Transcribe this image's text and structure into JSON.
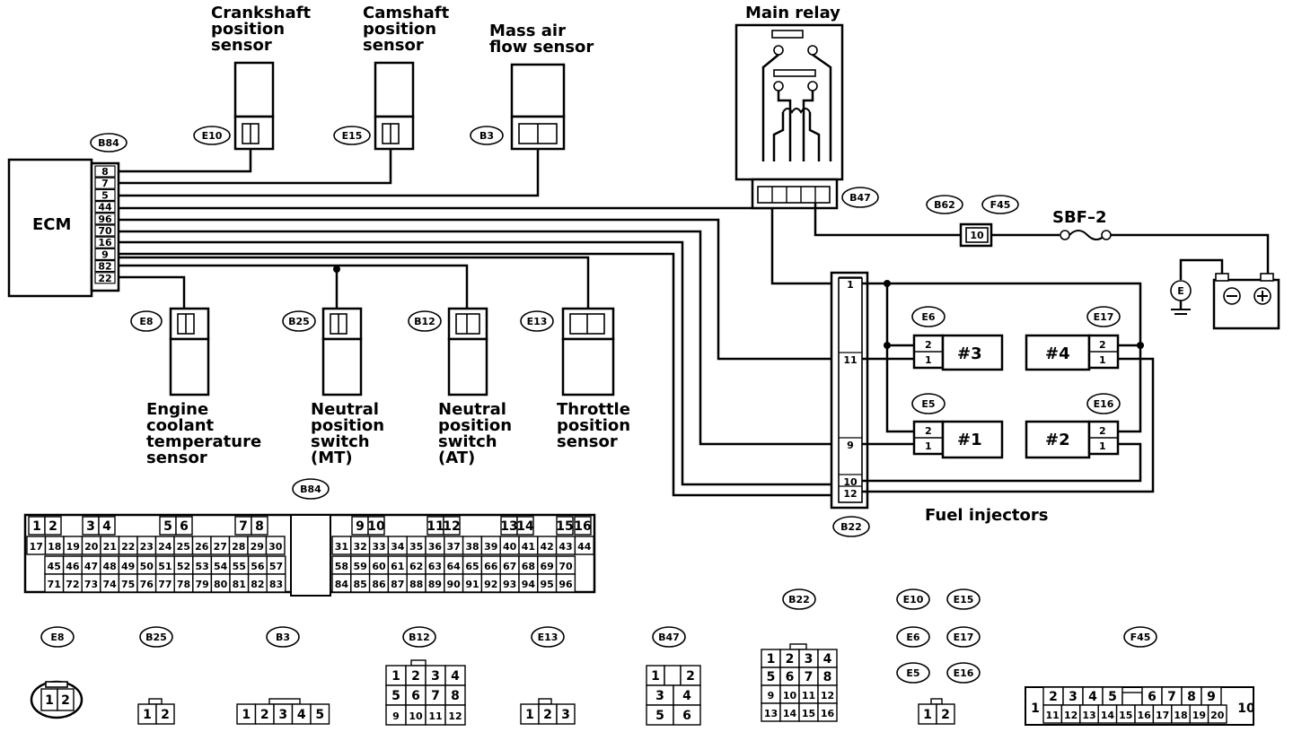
{
  "labels": {
    "crankshaft_1": "Crankshaft",
    "crankshaft_2": "position",
    "crankshaft_3": "sensor",
    "camshaft_1": "Camshaft",
    "camshaft_2": "position",
    "camshaft_3": "sensor",
    "maf_1": "Mass air",
    "maf_2": "flow sensor",
    "main_relay": "Main relay",
    "ecm": "ECM",
    "sbf": "SBF–2",
    "ect_1": "Engine",
    "ect_2": "coolant",
    "ect_3": "temperature",
    "ect_4": "sensor",
    "nps_mt_1": "Neutral",
    "nps_mt_2": "position",
    "nps_mt_3": "switch",
    "nps_mt_4": "(MT)",
    "nps_at_1": "Neutral",
    "nps_at_2": "position",
    "nps_at_3": "switch",
    "nps_at_4": "(AT)",
    "tps_1": "Throttle",
    "tps_2": "position",
    "tps_3": "sensor",
    "fuel_injectors": "Fuel injectors",
    "ground": "E"
  },
  "connectors": {
    "E10": "E10",
    "E15": "E15",
    "B3": "B3",
    "B84": "B84",
    "B47": "B47",
    "B62": "B62",
    "F45": "F45",
    "E8": "E8",
    "B25": "B25",
    "B12": "B12",
    "E13": "E13",
    "E6": "E6",
    "E17": "E17",
    "E5": "E5",
    "E16": "E16",
    "B22": "B22"
  },
  "ecm_pins": [
    "8",
    "7",
    "5",
    "44",
    "96",
    "70",
    "16",
    "9",
    "82",
    "22"
  ],
  "b22_pins": [
    "1",
    "11",
    "9",
    "10",
    "12"
  ],
  "b62_pin": "10",
  "injectors": {
    "i3": "#3",
    "i4": "#4",
    "i1": "#1",
    "i2": "#2",
    "pin_top": "2",
    "pin_bottom": "1"
  },
  "b84_face": {
    "row1": [
      "1",
      "2",
      "",
      "3",
      "4",
      "",
      "5",
      "6",
      "",
      "7",
      "8",
      "",
      "9",
      "10",
      "",
      "11",
      "12",
      "",
      "13",
      "14",
      "15",
      "16"
    ],
    "row2_left": [
      "17",
      "18",
      "19",
      "20",
      "21",
      "22",
      "23",
      "24",
      "25",
      "26",
      "27",
      "28",
      "29",
      "30"
    ],
    "row2_right": [
      "31",
      "32",
      "33",
      "34",
      "35",
      "36",
      "37",
      "38",
      "39",
      "40",
      "41",
      "42",
      "43",
      "44"
    ],
    "row3_left": [
      "45",
      "46",
      "47",
      "48",
      "49",
      "50",
      "51",
      "52",
      "53",
      "54",
      "55",
      "56",
      "57"
    ],
    "row3_right": [
      "58",
      "59",
      "60",
      "61",
      "62",
      "63",
      "64",
      "65",
      "66",
      "67",
      "68",
      "69",
      "70"
    ],
    "row4_left": [
      "71",
      "72",
      "73",
      "74",
      "75",
      "76",
      "77",
      "78",
      "79",
      "80",
      "81",
      "82",
      "83"
    ],
    "row4_right": [
      "84",
      "85",
      "86",
      "87",
      "88",
      "89",
      "90",
      "91",
      "92",
      "93",
      "94",
      "95",
      "96"
    ]
  },
  "faces": {
    "e8": [
      "1",
      "2"
    ],
    "b25": [
      "1",
      "2"
    ],
    "b3": [
      "1",
      "2",
      "3",
      "4",
      "5"
    ],
    "b12": [
      [
        "1",
        "2",
        "3",
        "4"
      ],
      [
        "5",
        "6",
        "7",
        "8"
      ],
      [
        "9",
        "10",
        "11",
        "12"
      ]
    ],
    "e13": [
      "1",
      "2",
      "3"
    ],
    "b47": [
      [
        "1",
        "",
        "2"
      ],
      [
        "3",
        "4"
      ],
      [
        "5",
        "6"
      ]
    ],
    "b22": [
      [
        "1",
        "2",
        "3",
        "4"
      ],
      [
        "5",
        "6",
        "7",
        "8"
      ],
      [
        "9",
        "10",
        "11",
        "12"
      ],
      [
        "13",
        "14",
        "15",
        "16"
      ]
    ],
    "e_pair": [
      "1",
      "2"
    ],
    "f45_left": "1",
    "f45_top": [
      "2",
      "3",
      "4",
      "5",
      "",
      "6",
      "7",
      "8",
      "9"
    ],
    "f45_bottom": [
      "11",
      "12",
      "13",
      "14",
      "15",
      "16",
      "17",
      "18",
      "19",
      "20"
    ],
    "f45_right": "10"
  }
}
